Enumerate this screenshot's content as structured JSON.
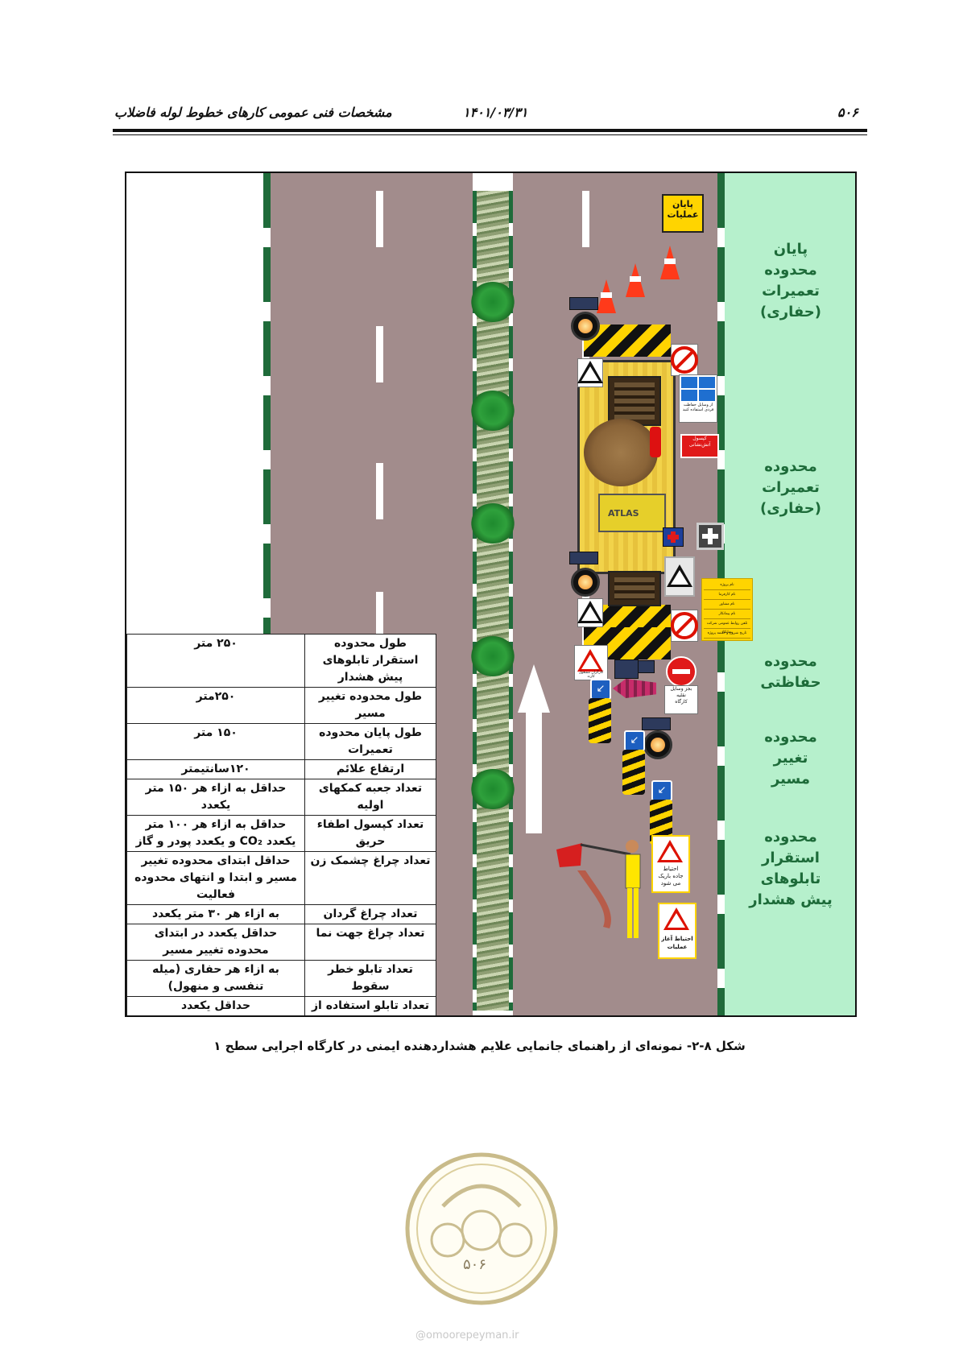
{
  "header": {
    "page_number": "۵۰۶",
    "date": "۱۴۰۱/۰۳/۳۱",
    "title": "مشخصات فنی عمومی کارهای خطوط لوله فاضلاب"
  },
  "figure": {
    "zones": {
      "end_of_repair_zone": "پایان\nمحدوده\nتعمیرات\n(حفاری)",
      "repair_zone": "محدوده\nتعمیرات\n(حفاری)",
      "protection_zone": "محدوده\nحفاظتی",
      "diversion_zone": "محدوده\nتغییر\nمسیر",
      "warning_signs_zone": "محدوده\nاستقرار\nتابلوهای\nپیش هشدار"
    },
    "signs": {
      "end_of_operations": "پایان\nعملیات",
      "start_of_operations": "احتیاط آغاز\nعملیات",
      "narrow_road": "احتیاط\nجاده باریک\nمی شود",
      "no_entry_except": "بجز وسایل\nنقلیه\nکارگاه",
      "ppe_notice": "از وسایل حفاظت\nفردی استفاده کنید",
      "road_workers": "کارگران مشغول کارند",
      "fire_extinguisher": "کپسول\nآتش‌نشانی",
      "compressor_brand": "ATLAS",
      "project_board_lines": [
        "نام پروژه",
        "نام کارفرما",
        "نام مشاور",
        "نام پیمانکار",
        "تلفن روابط عمومی شرکت پیمانکار",
        "تاریخ شروع و خاتمه پروژه"
      ]
    },
    "table": [
      {
        "label": "طول محدوده استقرار تابلوهای پیش هشدار",
        "value": "۲۵۰ متر"
      },
      {
        "label": "طول محدوده تغییر مسیر",
        "value": "۲۵۰متر"
      },
      {
        "label": "طول پایان محدوده تعمیرات",
        "value": "۱۵۰ متر"
      },
      {
        "label": "ارتفاع علائم",
        "value": "۱۲۰سانتیمتر"
      },
      {
        "label": "تعداد جعبه کمکهای اولیه",
        "value": "حداقل به ازاء هر ۱۵۰ متر یکعدد"
      },
      {
        "label": "تعداد کپسول اطفاء حریق",
        "value": "حداقل به ازاء هر ۱۰۰ متر یکعدد CO₂ و یکعدد پودر و گاز"
      },
      {
        "label": "تعداد چراغ چشمک زن",
        "value": "حداقل ابتدای محدوده تغییر مسیر و ابتدا و انتهای محدوده فعالیت"
      },
      {
        "label": "تعداد چراغ گردان",
        "value": "به ازاء هر ۳۰ متر یکعدد"
      },
      {
        "label": "تعداد چراغ جهت نما",
        "value": "حداقل یکعدد در ابتدای محدوده تغییر مسیر"
      },
      {
        "label": "تعداد تابلو خطر سقوط",
        "value": "به ازاء هر حفاری (میله تنفسی و منهول)"
      },
      {
        "label": "تعداد تابلو استفاده از وسایل حفاظت فردی",
        "value": "حداقل یکعدد"
      }
    ],
    "caption": "شکل ۸-۲- نمونه‌ای از راهنمای جانمایی علایم هشداردهنده ایمنی در کارگاه اجرایی سطح ۱"
  },
  "seal": {
    "page_number": "۵۰۶"
  },
  "footer": {
    "url": "@omoorepeyman.ir"
  },
  "colors": {
    "road": "#a28c8c",
    "sidewalk_green": "#b6f0cc",
    "zone_text": "#1d6b39",
    "sign_yellow": "#ffd400"
  }
}
